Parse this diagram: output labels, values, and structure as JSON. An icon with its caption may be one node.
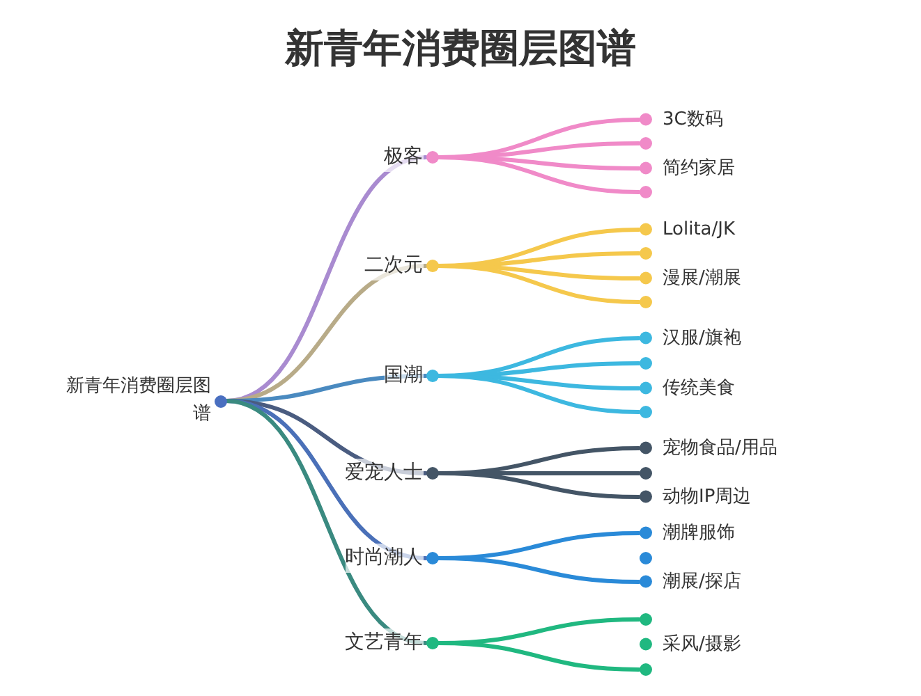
{
  "diagram": {
    "title": "新青年消费圈层图谱",
    "nodes": [
      {
        "text": [
          "新青年消费圈层图谱"
        ]
      },
      {
        "text": [
          "极客"
        ]
      },
      {
        "text": [
          "3C数码"
        ]
      },
      {
        "text": [],
        "shape": "circle"
      },
      {
        "text": [
          "简约家居"
        ]
      },
      {
        "text": [],
        "shape": "circle"
      },
      {
        "text": [
          "二次元"
        ]
      },
      {
        "text": [
          "Lolita/JK"
        ]
      },
      {
        "text": [],
        "shape": "circle"
      },
      {
        "text": [
          "漫展/潮展"
        ]
      },
      {
        "text": [],
        "shape": "circle"
      },
      {
        "text": [
          "国潮"
        ]
      },
      {
        "text": [
          "汉服/旗袍"
        ]
      },
      {
        "text": [],
        "shape": "circle"
      },
      {
        "text": [
          "传统美食"
        ]
      },
      {
        "text": [],
        "shape": "circle"
      },
      {
        "text": [
          "爱宠人士"
        ]
      },
      {
        "text": [
          "宠物食品/用品"
        ]
      },
      {
        "text": [],
        "shape": "circle"
      },
      {
        "text": [
          "动物IP周边"
        ]
      },
      {
        "text": [
          "时尚潮人"
        ]
      },
      {
        "text": [
          "潮牌服饰"
        ]
      },
      {
        "text": [],
        "shape": "circle"
      },
      {
        "text": [
          "潮展/探店"
        ]
      },
      {
        "text": [
          "文艺青年"
        ]
      },
      {
        "text": [],
        "shape": "circle"
      },
      {
        "text": [
          "采风/摄影"
        ]
      },
      {
        "text": [],
        "shape": "circle"
      }
    ],
    "edges": [
      {
        "from": 0,
        "to": 1,
        "arrow": "none",
        "color": "#a98bd0"
      },
      {
        "from": 0,
        "to": 6,
        "arrow": "none",
        "color": "#b8ab88"
      },
      {
        "from": 0,
        "to": 11,
        "arrow": "none",
        "color": "#4a8ac0"
      },
      {
        "from": 0,
        "to": 16,
        "arrow": "none",
        "color": "#4a5c80"
      },
      {
        "from": 0,
        "to": 20,
        "arrow": "none",
        "color": "#4a70b8"
      },
      {
        "from": 0,
        "to": 24,
        "arrow": "none",
        "color": "#3a8a80"
      },
      {
        "from": 1,
        "to": 2,
        "arrow": "none",
        "color": "#f08ac8"
      },
      {
        "from": 1,
        "to": 3,
        "arrow": "none",
        "color": "#f08ac8"
      },
      {
        "from": 1,
        "to": 4,
        "arrow": "none",
        "color": "#f08ac8"
      },
      {
        "from": 1,
        "to": 5,
        "arrow": "none",
        "color": "#f08ac8"
      },
      {
        "from": 6,
        "to": 7,
        "arrow": "none",
        "color": "#f5c84c"
      },
      {
        "from": 6,
        "to": 8,
        "arrow": "none",
        "color": "#f5c84c"
      },
      {
        "from": 6,
        "to": 9,
        "arrow": "none",
        "color": "#f5c84c"
      },
      {
        "from": 6,
        "to": 10,
        "arrow": "none",
        "color": "#f5c84c"
      },
      {
        "from": 11,
        "to": 12,
        "arrow": "none",
        "color": "#3db8e0"
      },
      {
        "from": 11,
        "to": 13,
        "arrow": "none",
        "color": "#3db8e0"
      },
      {
        "from": 11,
        "to": 14,
        "arrow": "none",
        "color": "#3db8e0"
      },
      {
        "from": 11,
        "to": 15,
        "arrow": "none",
        "color": "#3db8e0"
      },
      {
        "from": 16,
        "to": 17,
        "arrow": "none",
        "color": "#445566"
      },
      {
        "from": 16,
        "to": 18,
        "arrow": "none",
        "color": "#445566"
      },
      {
        "from": 16,
        "to": 19,
        "arrow": "none",
        "color": "#445566"
      },
      {
        "from": 20,
        "to": 21,
        "arrow": "none",
        "color": "#2a8ad8"
      },
      {
        "from": 20,
        "to": 23,
        "arrow": "none",
        "color": "#2a8ad8"
      },
      {
        "from": 24,
        "to": 25,
        "arrow": "none",
        "color": "#20b880"
      },
      {
        "from": 24,
        "to": 27,
        "arrow": "none",
        "color": "#20b880"
      }
    ]
  }
}
